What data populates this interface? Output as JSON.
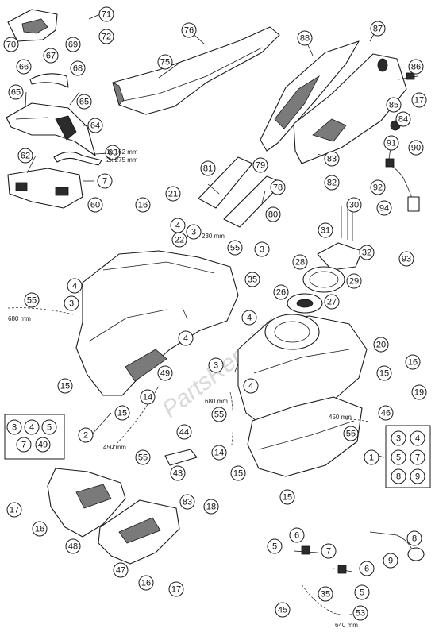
{
  "watermark": "PartsRepublik",
  "notes": {
    "hose_lengths_top": "1x 162 mm",
    "hose_lengths_bottom": "2x 275 mm",
    "len_230": "230 mm",
    "len_680_left": "680 mm",
    "len_680_mid": "680 mm",
    "len_450_right": "450 mm",
    "len_450_left": "450 mm",
    "len_640": "640 mm"
  },
  "group_left": [
    "3",
    "4",
    "5",
    "7",
    "49"
  ],
  "group_left_pointer": "2",
  "group_right": [
    "3",
    "4",
    "5",
    "7",
    "8",
    "9"
  ],
  "group_right_pointer": "1",
  "callouts": [
    {
      "id": "c71",
      "label": "71"
    },
    {
      "id": "c72",
      "label": "72"
    },
    {
      "id": "c70",
      "label": "70"
    },
    {
      "id": "c69",
      "label": "69"
    },
    {
      "id": "c67",
      "label": "67"
    },
    {
      "id": "c68",
      "label": "68"
    },
    {
      "id": "c66",
      "label": "66"
    },
    {
      "id": "c65a",
      "label": "65"
    },
    {
      "id": "c65b",
      "label": "65"
    },
    {
      "id": "c64",
      "label": "64"
    },
    {
      "id": "c63",
      "label": "63"
    },
    {
      "id": "c62",
      "label": "62"
    },
    {
      "id": "c7a",
      "label": "7"
    },
    {
      "id": "c60",
      "label": "60"
    },
    {
      "id": "c76",
      "label": "76"
    },
    {
      "id": "c75",
      "label": "75"
    },
    {
      "id": "c88",
      "label": "88"
    },
    {
      "id": "c87",
      "label": "87"
    },
    {
      "id": "c86",
      "label": "86"
    },
    {
      "id": "c17a",
      "label": "17"
    },
    {
      "id": "c85",
      "label": "85"
    },
    {
      "id": "c84",
      "label": "84"
    },
    {
      "id": "c91",
      "label": "91"
    },
    {
      "id": "c90",
      "label": "90"
    },
    {
      "id": "c83",
      "label": "83"
    },
    {
      "id": "c82",
      "label": "82"
    },
    {
      "id": "c92",
      "label": "92"
    },
    {
      "id": "c94",
      "label": "94"
    },
    {
      "id": "c81",
      "label": "81"
    },
    {
      "id": "c79",
      "label": "79"
    },
    {
      "id": "c78",
      "label": "78"
    },
    {
      "id": "c80",
      "label": "80"
    },
    {
      "id": "c16a",
      "label": "16"
    },
    {
      "id": "c21",
      "label": "21"
    },
    {
      "id": "c4a",
      "label": "4"
    },
    {
      "id": "c3a",
      "label": "3"
    },
    {
      "id": "c22",
      "label": "22"
    },
    {
      "id": "c55a",
      "label": "55"
    },
    {
      "id": "c3b",
      "label": "3"
    },
    {
      "id": "c30",
      "label": "30"
    },
    {
      "id": "c31",
      "label": "31"
    },
    {
      "id": "c28",
      "label": "28"
    },
    {
      "id": "c35a",
      "label": "35"
    },
    {
      "id": "c32",
      "label": "32"
    },
    {
      "id": "c93",
      "label": "93"
    },
    {
      "id": "c4b",
      "label": "4"
    },
    {
      "id": "c3c",
      "label": "3"
    },
    {
      "id": "c26",
      "label": "26"
    },
    {
      "id": "c27",
      "label": "27"
    },
    {
      "id": "c29",
      "label": "29"
    },
    {
      "id": "c55b",
      "label": "55"
    },
    {
      "id": "c4c",
      "label": "4"
    },
    {
      "id": "c4d",
      "label": "4"
    },
    {
      "id": "c20",
      "label": "20"
    },
    {
      "id": "c15a",
      "label": "15"
    },
    {
      "id": "c16b",
      "label": "16"
    },
    {
      "id": "c19",
      "label": "19"
    },
    {
      "id": "c49",
      "label": "49"
    },
    {
      "id": "c3d",
      "label": "3"
    },
    {
      "id": "c4e",
      "label": "4"
    },
    {
      "id": "c15b",
      "label": "15"
    },
    {
      "id": "c14a",
      "label": "14"
    },
    {
      "id": "c15c",
      "label": "15"
    },
    {
      "id": "c55c",
      "label": "55"
    },
    {
      "id": "c46",
      "label": "46"
    },
    {
      "id": "c55d",
      "label": "55"
    },
    {
      "id": "c44",
      "label": "44"
    },
    {
      "id": "c43",
      "label": "43"
    },
    {
      "id": "c55e",
      "label": "55"
    },
    {
      "id": "c14b",
      "label": "14"
    },
    {
      "id": "c15d",
      "label": "15"
    },
    {
      "id": "c15e",
      "label": "15"
    },
    {
      "id": "c17b",
      "label": "17"
    },
    {
      "id": "c16c",
      "label": "16"
    },
    {
      "id": "c48",
      "label": "48"
    },
    {
      "id": "c83b",
      "label": "83"
    },
    {
      "id": "c18",
      "label": "18"
    },
    {
      "id": "c47",
      "label": "47"
    },
    {
      "id": "c16d",
      "label": "16"
    },
    {
      "id": "c17c",
      "label": "17"
    },
    {
      "id": "c6a",
      "label": "6"
    },
    {
      "id": "c5a",
      "label": "5"
    },
    {
      "id": "c7b",
      "label": "7"
    },
    {
      "id": "c8",
      "label": "8"
    },
    {
      "id": "c9",
      "label": "9"
    },
    {
      "id": "c6b",
      "label": "6"
    },
    {
      "id": "c35b",
      "label": "35"
    },
    {
      "id": "c5b",
      "label": "5"
    },
    {
      "id": "c45",
      "label": "45"
    },
    {
      "id": "c53",
      "label": "53"
    }
  ]
}
